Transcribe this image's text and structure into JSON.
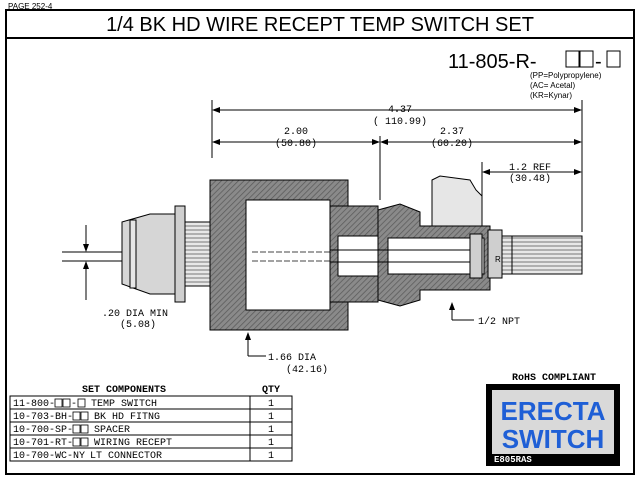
{
  "header": {
    "page_label": "PAGE 252-4",
    "title": "1/4 BK HD WIRE RECEPT TEMP SWITCH SET"
  },
  "part": {
    "number": "11-805-R-",
    "materials": [
      "(PP=Polypropylene)",
      "(AC= Acetal)",
      "(KR=Kynar)"
    ]
  },
  "dimensions": {
    "overall": "4.37",
    "overall_mm": "( 110.99)",
    "left": "2.00",
    "left_mm": "(50.80)",
    "right": "2.37",
    "right_mm": "(60.20)",
    "ref": "1.2 REF",
    "ref_mm": "(30.48)",
    "wire_dia": ".20 DIA MIN",
    "wire_dia_mm": "(5.08)",
    "body_dia": "1.66 DIA",
    "body_dia_mm": "(42.16)",
    "thread": "1/2 NPT"
  },
  "components": {
    "header_set": "SET COMPONENTS",
    "header_qty": "QTY",
    "rows": [
      {
        "part": "11-800-",
        "suffix": "-",
        "desc": "TEMP SWITCH",
        "qty": "1",
        "boxes": [
          2,
          1
        ]
      },
      {
        "part": "10-703-BH-",
        "suffix": "",
        "desc": "BK HD FITNG",
        "qty": "1",
        "boxes": [
          2
        ]
      },
      {
        "part": "10-700-SP-",
        "suffix": "",
        "desc": "SPACER",
        "qty": "1",
        "boxes": [
          2
        ]
      },
      {
        "part": "10-701-RT-",
        "suffix": "",
        "desc": "WIRING RECEPT",
        "qty": "1",
        "boxes": [
          2
        ]
      },
      {
        "part": "10-700-WC-NY",
        "suffix": "",
        "desc": "LT CONNECTOR",
        "qty": "1",
        "boxes": []
      }
    ]
  },
  "compliance": "RoHS COMPLIANT",
  "logo": {
    "line1": "ERECTA",
    "line2": "SWITCH",
    "code": "E805RAS",
    "colors": {
      "blue": "#1f5fd6",
      "panel": "#d9d9d9"
    }
  },
  "colors": {
    "line": "#000000",
    "body_gray": "#9a9a9a",
    "nut_gray": "#bdbdbd"
  }
}
